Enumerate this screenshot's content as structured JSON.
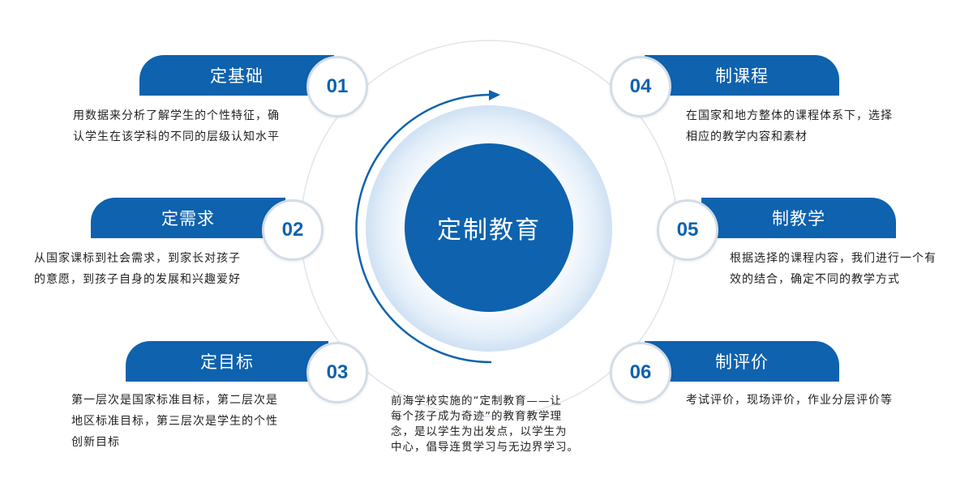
{
  "center": {
    "title": "定制教育"
  },
  "steps": [
    {
      "num": "01",
      "title": "定基础",
      "desc": [
        "用数据来分析了解学生的个性特征，确",
        "认学生在该学科的不同的层级认知水平"
      ]
    },
    {
      "num": "02",
      "title": "定需求",
      "desc": [
        "从国家课标到社会需求，到家长对孩子",
        "的意愿，到孩子自身的发展和兴趣爱好"
      ]
    },
    {
      "num": "03",
      "title": "定目标",
      "desc": [
        "第一层次是国家标准目标，第二层次是",
        "地区标准目标，第三层次是学生的个性",
        "创新目标"
      ]
    },
    {
      "num": "04",
      "title": "制课程",
      "desc": [
        "在国家和地方整体的课程体系下，选择",
        "相应的教学内容和素材"
      ]
    },
    {
      "num": "05",
      "title": "制教学",
      "desc": [
        "根据选择的课程内容，我们进行一个有",
        "效的结合，确定不同的教学方式"
      ]
    },
    {
      "num": "06",
      "title": "制评价",
      "desc": [
        "考试评价，现场评价，作业分层评价等"
      ]
    }
  ],
  "bottom_note": [
    "前海学校实施的“定制教育——让",
    "每个孩子成为奇迹”的教育教学理",
    "念，是以学生为出发点，以学生为",
    "中心，倡导连贯学习与无边界学习。"
  ],
  "colors": {
    "primary": "#0e62ae",
    "ring_border": "#d3dce7",
    "glow": "#dbe9f7"
  }
}
